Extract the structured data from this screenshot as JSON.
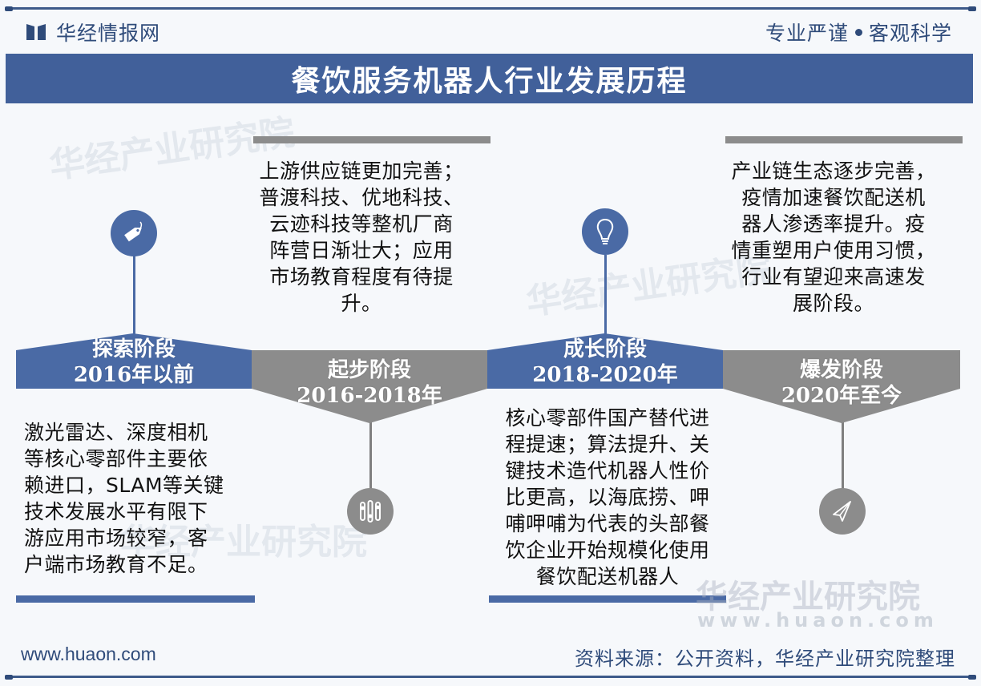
{
  "header": {
    "brand_name": "华经情报网",
    "slogan_left": "专业严谨",
    "slogan_right": "客观科学",
    "title": "餐饮服务机器人行业发展历程"
  },
  "colors": {
    "primary_blue": "#41609a",
    "stage_blue": "#4a6aa5",
    "stage_gray": "#8c8c8c",
    "brand_text": "#2f4b7a"
  },
  "stages": [
    {
      "name": "探索阶段",
      "period": "2016年以前",
      "color": "blue",
      "icon": "tag-icon",
      "description": "激光雷达、深度相机等核心零部件主要依赖进口，SLAM等关键技术发展水平有限下游应用市场较窄，客户端市场教育不足。",
      "description_lines": [
        "激光雷达、深度相机",
        "等核心零部件主要依",
        "赖进口，SLAM等关键",
        "技术发展水平有限下",
        "游应用市场较窄，客",
        "户端市场教育不足。"
      ]
    },
    {
      "name": "起步阶段",
      "period": "2016-2018年",
      "color": "gray",
      "icon": "sliders-icon",
      "description": "上游供应链更加完善；普渡科技、优地科技、云迹科技等整机厂商阵营日渐壮大；应用市场教育程度有待提升。",
      "description_lines": [
        "上游供应链更加完善；",
        "普渡科技、优地科技、",
        "云迹科技等整机厂商",
        "阵营日渐壮大；应用",
        "市场教育程度有待提",
        "升。"
      ]
    },
    {
      "name": "成长阶段",
      "period": "2018-2020年",
      "color": "blue",
      "icon": "lightbulb-icon",
      "description": "核心零部件国产替代进程提速；算法提升、关键技术造代机器人性价比更高，以海底捞、呷哺呷哺为代表的头部餐饮企业开始规模化使用餐饮配送机器人",
      "description_lines": [
        "核心零部件国产替代进",
        "程提速；算法提升、关",
        "键技术造代机器人性价",
        "比更高，以海底捞、呷",
        "哺呷哺为代表的头部餐",
        "饮企业开始规模化使用",
        "餐饮配送机器人"
      ]
    },
    {
      "name": "爆发阶段",
      "period": "2020年至今",
      "color": "gray",
      "icon": "paper-plane-icon",
      "description": "产业链生态逐步完善，疫情加速餐饮配送机器人渗透率提升。疫情重塑用户使用习惯，行业有望迎来高速发展阶段。",
      "description_lines": [
        "产业链生态逐步完善，",
        "疫情加速餐饮配送机",
        "器人渗透率提升。疫",
        "情重塑用户使用习惯，",
        "行业有望迎来高速发",
        "展阶段。"
      ]
    }
  ],
  "watermark": {
    "text": "华经产业研究院",
    "url": "www.huaon.com"
  },
  "footer": {
    "website": "www.huaon.com",
    "source": "资料来源：公开资料，华经产业研究院整理"
  }
}
